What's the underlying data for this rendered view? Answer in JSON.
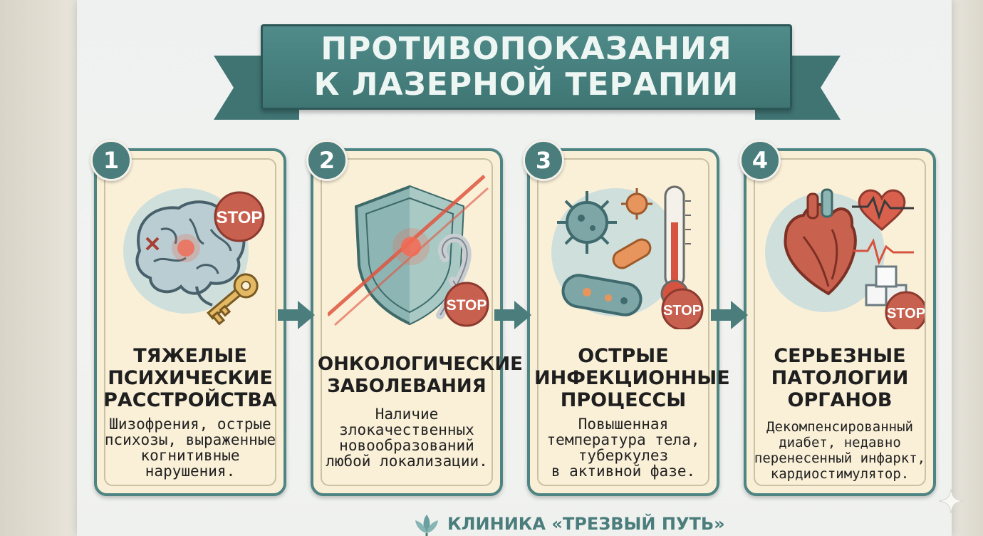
{
  "banner": {
    "line1": "ПРОТИВОПОКАЗАНИЯ",
    "line2": "К ЛАЗЕРНОЙ ТЕРАПИИ"
  },
  "stop_label": "STOP",
  "cards": [
    {
      "number": "1",
      "title": [
        "ТЯЖЕЛЫЕ",
        "ПСИХИЧЕСКИЕ",
        "РАССТРОЙСТВА"
      ],
      "desc": [
        "Шизофрения, острые",
        "психозы, выраженные",
        "когнитивные",
        "нарушения."
      ],
      "icons": [
        "brain-icon",
        "stop-sign-icon",
        "key-icon"
      ]
    },
    {
      "number": "2",
      "title": [
        "ОНКОЛОГИЧЕСКИЕ",
        "ЗАБОЛЕВАНИЯ"
      ],
      "desc": [
        "Наличие",
        "злокачественных",
        "новообразований",
        "любой локализации."
      ],
      "icons": [
        "shield-icon",
        "laser-beam-icon",
        "ribbon-icon",
        "stop-sign-icon"
      ]
    },
    {
      "number": "3",
      "title": [
        "ОСТРЫЕ",
        "ИНФЕКЦИОННЫЕ",
        "ПРОЦЕССЫ"
      ],
      "desc": [
        "Повышенная",
        "температура тела,",
        "туберкулез",
        "в активной фазе."
      ],
      "icons": [
        "virus-icon",
        "bacteria-icon",
        "thermometer-icon",
        "stop-sign-icon"
      ]
    },
    {
      "number": "4",
      "title": [
        "СЕРЬЕЗНЫЕ",
        "ПАТОЛОГИИ",
        "ОРГАНОВ"
      ],
      "desc": [
        "Декомпенсированный",
        "диабет, недавно",
        "перенесенный инфаркт,",
        "кардиостимулятор."
      ],
      "icons": [
        "heart-organ-icon",
        "heart-pulse-icon",
        "sugar-cubes-icon",
        "stop-sign-icon"
      ]
    }
  ],
  "footer": {
    "text": "КЛИНИКА «ТРЕЗВЫЙ ПУТЬ»",
    "icon": "lotus-logo-icon"
  },
  "colors": {
    "teal": "#4a7d7b",
    "stop_red": "#c8604f",
    "card_bg": "#f9efd6"
  }
}
